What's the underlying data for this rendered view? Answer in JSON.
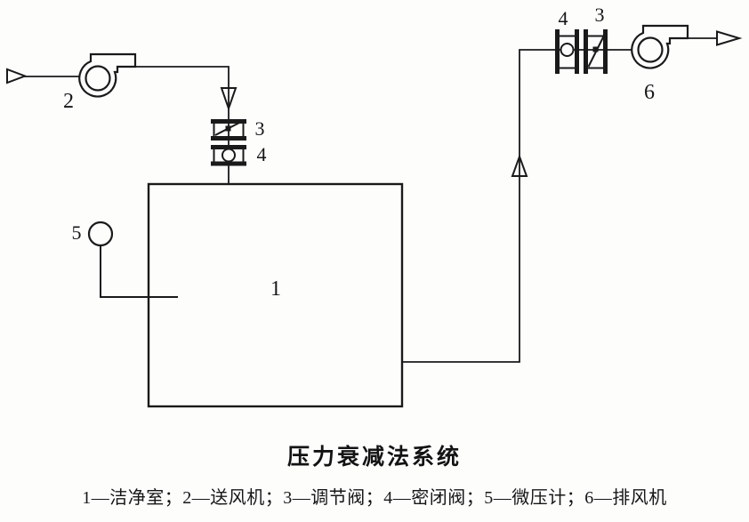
{
  "figure": {
    "caption": "压力衰减法系统",
    "legend_text": "1—洁净室；2—送风机；3—调节阀；4—密闭阀；5—微压计；6—排风机",
    "legend_items": [
      {
        "num": "1",
        "name": "洁净室"
      },
      {
        "num": "2",
        "name": "送风机"
      },
      {
        "num": "3",
        "name": "调节阀"
      },
      {
        "num": "4",
        "name": "密闭阀"
      },
      {
        "num": "5",
        "name": "微压计"
      },
      {
        "num": "6",
        "name": "排风机"
      }
    ]
  },
  "labels": {
    "chamber": "1",
    "supply_fan": "2",
    "regulating_valve": "3",
    "sealing_valve": "4",
    "micro_manometer": "5",
    "exhaust_fan": "6"
  },
  "colors": {
    "line": "#1a1a1a",
    "background": "#fdfdfc"
  }
}
